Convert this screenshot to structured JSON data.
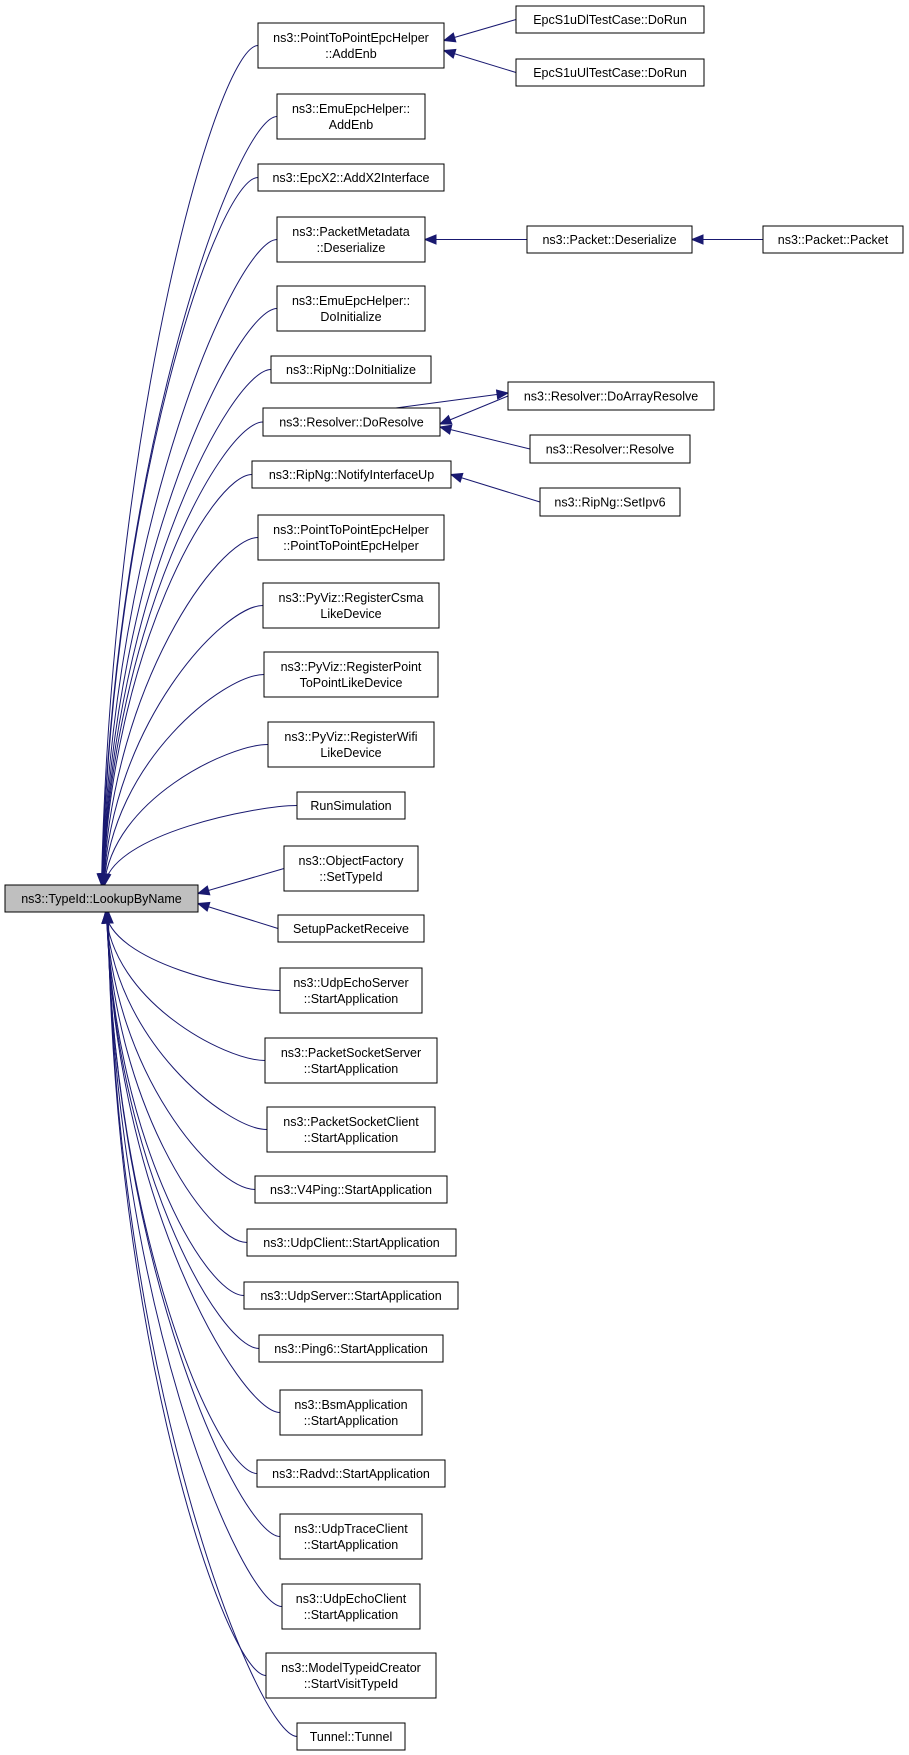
{
  "root": {
    "id": "root",
    "lines": [
      "ns3::TypeId::LookupByName"
    ]
  },
  "nodes": [
    {
      "id": "p2p_addenb",
      "lines": [
        "ns3::PointToPointEpcHelper",
        "::AddEnb"
      ]
    },
    {
      "id": "emu_addenb",
      "lines": [
        "ns3::EmuEpcHelper::",
        "AddEnb"
      ]
    },
    {
      "id": "epcx2_addx2",
      "lines": [
        "ns3::EpcX2::AddX2Interface"
      ]
    },
    {
      "id": "pktmeta_deser",
      "lines": [
        "ns3::PacketMetadata",
        "::Deserialize"
      ]
    },
    {
      "id": "emu_doinit",
      "lines": [
        "ns3::EmuEpcHelper::",
        "DoInitialize"
      ]
    },
    {
      "id": "ripng_doinit",
      "lines": [
        "ns3::RipNg::DoInitialize"
      ]
    },
    {
      "id": "resolver_doresolve",
      "lines": [
        "ns3::Resolver::DoResolve"
      ]
    },
    {
      "id": "ripng_notify",
      "lines": [
        "ns3::RipNg::NotifyInterfaceUp"
      ]
    },
    {
      "id": "p2p_ctor",
      "lines": [
        "ns3::PointToPointEpcHelper",
        "::PointToPointEpcHelper"
      ]
    },
    {
      "id": "pyviz_csma",
      "lines": [
        "ns3::PyViz::RegisterCsma",
        "LikeDevice"
      ]
    },
    {
      "id": "pyviz_p2p",
      "lines": [
        "ns3::PyViz::RegisterPoint",
        "ToPointLikeDevice"
      ]
    },
    {
      "id": "pyviz_wifi",
      "lines": [
        "ns3::PyViz::RegisterWifi",
        "LikeDevice"
      ]
    },
    {
      "id": "runsim",
      "lines": [
        "RunSimulation"
      ]
    },
    {
      "id": "objfactory",
      "lines": [
        "ns3::ObjectFactory",
        "::SetTypeId"
      ]
    },
    {
      "id": "setuppkt",
      "lines": [
        "SetupPacketReceive"
      ]
    },
    {
      "id": "udpechoserver",
      "lines": [
        "ns3::UdpEchoServer",
        "::StartApplication"
      ]
    },
    {
      "id": "pktsockserver",
      "lines": [
        "ns3::PacketSocketServer",
        "::StartApplication"
      ]
    },
    {
      "id": "pktsockclient",
      "lines": [
        "ns3::PacketSocketClient",
        "::StartApplication"
      ]
    },
    {
      "id": "v4ping",
      "lines": [
        "ns3::V4Ping::StartApplication"
      ]
    },
    {
      "id": "udpclient",
      "lines": [
        "ns3::UdpClient::StartApplication"
      ]
    },
    {
      "id": "udpserver",
      "lines": [
        "ns3::UdpServer::StartApplication"
      ]
    },
    {
      "id": "ping6",
      "lines": [
        "ns3::Ping6::StartApplication"
      ]
    },
    {
      "id": "bsmapp",
      "lines": [
        "ns3::BsmApplication",
        "::StartApplication"
      ]
    },
    {
      "id": "radvd",
      "lines": [
        "ns3::Radvd::StartApplication"
      ]
    },
    {
      "id": "udptrace",
      "lines": [
        "ns3::UdpTraceClient",
        "::StartApplication"
      ]
    },
    {
      "id": "udpechoclient",
      "lines": [
        "ns3::UdpEchoClient",
        "::StartApplication"
      ]
    },
    {
      "id": "modeltypeid",
      "lines": [
        "ns3::ModelTypeidCreator",
        "::StartVisitTypeId"
      ]
    },
    {
      "id": "tunnel",
      "lines": [
        "Tunnel::Tunnel"
      ]
    },
    {
      "id": "epcdl",
      "lines": [
        "EpcS1uDlTestCase::DoRun"
      ]
    },
    {
      "id": "epcul",
      "lines": [
        "EpcS1uUlTestCase::DoRun"
      ]
    },
    {
      "id": "pkt_deser",
      "lines": [
        "ns3::Packet::Deserialize"
      ]
    },
    {
      "id": "pkt_ctor",
      "lines": [
        "ns3::Packet::Packet"
      ]
    },
    {
      "id": "resolver_doarray",
      "lines": [
        "ns3::Resolver::DoArrayResolve"
      ]
    },
    {
      "id": "resolver_resolve",
      "lines": [
        "ns3::Resolver::Resolve"
      ]
    },
    {
      "id": "ripng_setipv6",
      "lines": [
        "ns3::RipNg::SetIpv6"
      ]
    }
  ],
  "edges": [
    {
      "from": "p2p_addenb",
      "to": "root"
    },
    {
      "from": "emu_addenb",
      "to": "root"
    },
    {
      "from": "epcx2_addx2",
      "to": "root"
    },
    {
      "from": "pktmeta_deser",
      "to": "root"
    },
    {
      "from": "emu_doinit",
      "to": "root"
    },
    {
      "from": "ripng_doinit",
      "to": "root"
    },
    {
      "from": "resolver_doresolve",
      "to": "root"
    },
    {
      "from": "ripng_notify",
      "to": "root"
    },
    {
      "from": "p2p_ctor",
      "to": "root"
    },
    {
      "from": "pyviz_csma",
      "to": "root"
    },
    {
      "from": "pyviz_p2p",
      "to": "root"
    },
    {
      "from": "pyviz_wifi",
      "to": "root"
    },
    {
      "from": "runsim",
      "to": "root"
    },
    {
      "from": "objfactory",
      "to": "root"
    },
    {
      "from": "setuppkt",
      "to": "root"
    },
    {
      "from": "udpechoserver",
      "to": "root"
    },
    {
      "from": "pktsockserver",
      "to": "root"
    },
    {
      "from": "pktsockclient",
      "to": "root"
    },
    {
      "from": "v4ping",
      "to": "root"
    },
    {
      "from": "udpclient",
      "to": "root"
    },
    {
      "from": "udpserver",
      "to": "root"
    },
    {
      "from": "ping6",
      "to": "root"
    },
    {
      "from": "bsmapp",
      "to": "root"
    },
    {
      "from": "radvd",
      "to": "root"
    },
    {
      "from": "udptrace",
      "to": "root"
    },
    {
      "from": "udpechoclient",
      "to": "root"
    },
    {
      "from": "modeltypeid",
      "to": "root"
    },
    {
      "from": "tunnel",
      "to": "root"
    },
    {
      "from": "epcdl",
      "to": "p2p_addenb"
    },
    {
      "from": "epcul",
      "to": "p2p_addenb"
    },
    {
      "from": "pkt_deser",
      "to": "pktmeta_deser"
    },
    {
      "from": "pkt_ctor",
      "to": "pkt_deser"
    },
    {
      "from": "resolver_doarray",
      "to": "resolver_doresolve"
    },
    {
      "from": "resolver_resolve",
      "to": "resolver_doresolve"
    },
    {
      "from": "resolver_doresolve",
      "to": "resolver_doarray"
    },
    {
      "from": "ripng_setipv6",
      "to": "ripng_notify"
    }
  ],
  "colors": {
    "edge": "#191970",
    "root_fill": "#bfbfbf",
    "node_fill": "#ffffff",
    "border": "#000000"
  }
}
